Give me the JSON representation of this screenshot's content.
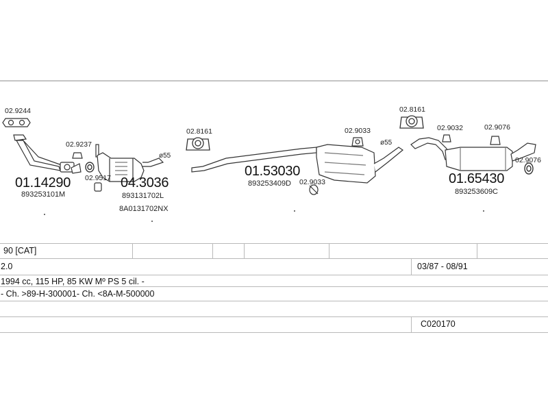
{
  "parts": {
    "p1_code": "01.14290",
    "p1_oem": "893253101M",
    "g_9244": "02.9244",
    "g_9237": "02.9237",
    "g_9517": "02.9517",
    "p2_code": "04.3036",
    "p2_oem1": "893131702L",
    "p2_oem2": "8A0131702NX",
    "dia_55a": "ø55",
    "h_8161a": "02.8161",
    "p3_code": "01.53030",
    "p3_oem": "893253409D",
    "g_9033a": "02.9033",
    "g_9033b": "02.9033",
    "dia_55b": "ø55",
    "h_8161b": "02.8161",
    "g_9032": "02.9032",
    "g_9076a": "02.9076",
    "g_9076b": "02.9076",
    "p4_code": "01.65430",
    "p4_oem": "893253609C"
  },
  "table": {
    "model": "90  [CAT]",
    "engine": "2.0",
    "dates": "03/87 - 08/91",
    "spec": "1994 cc, 115 HP, 85 KW Mº PS 5 cil. -",
    "chassis": "- Ch. >89-H-300001- Ch. <8A-M-500000",
    "ref": "C020170"
  }
}
